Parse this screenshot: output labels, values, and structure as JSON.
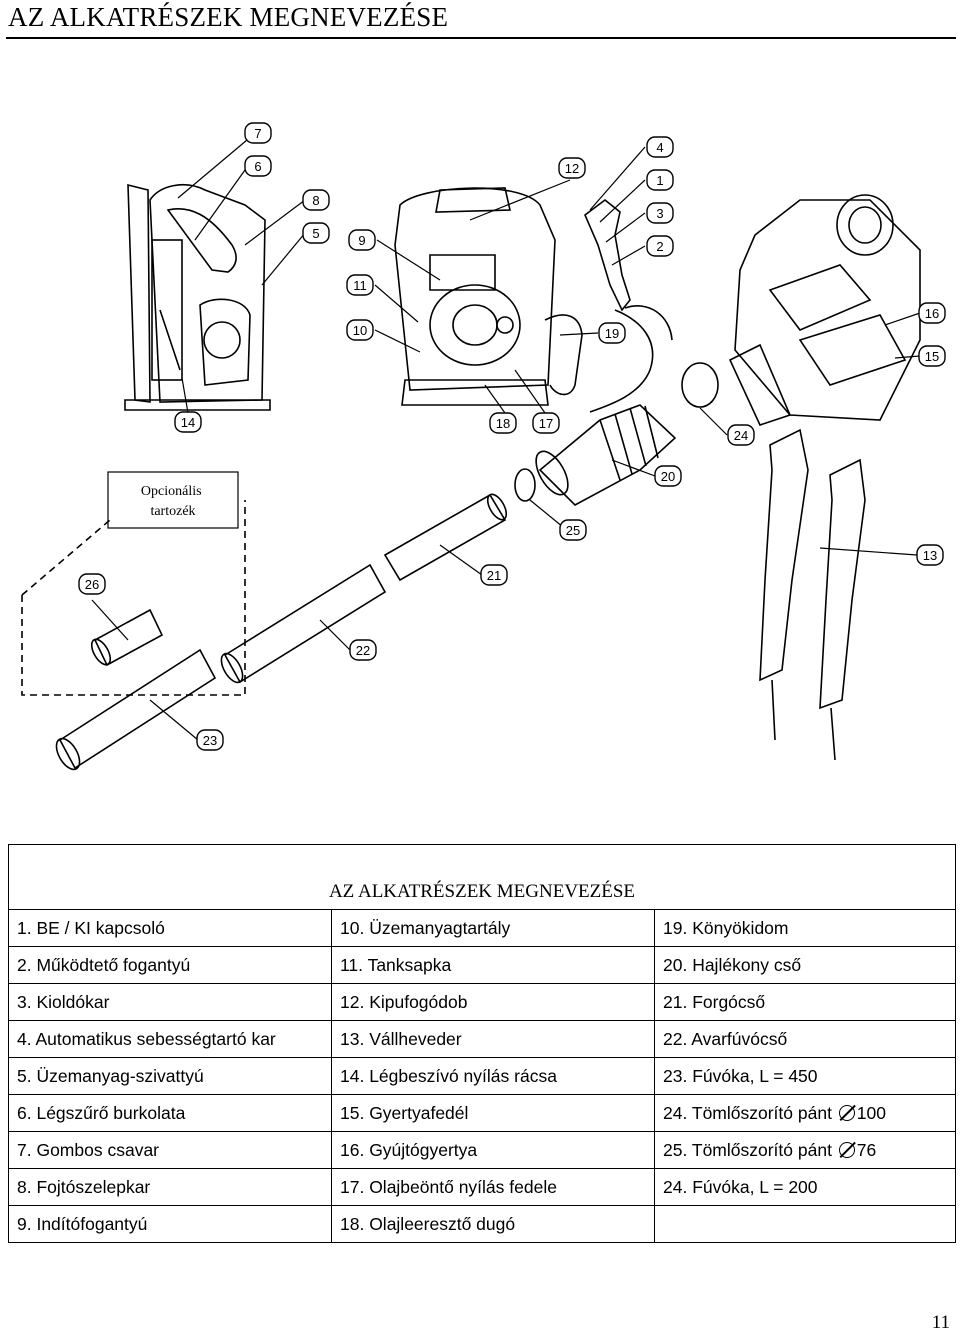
{
  "page": {
    "title": "AZ ALKATRÉSZEK MEGNEVEZÉSE",
    "page_number": "11"
  },
  "diagram": {
    "optional_label": "Opcionális\ntartozék",
    "callouts": [
      "7",
      "6",
      "8",
      "5",
      "9",
      "11",
      "10",
      "12",
      "4",
      "1",
      "3",
      "2",
      "19",
      "16",
      "15",
      "14",
      "18",
      "17",
      "24",
      "20",
      "25",
      "21",
      "13",
      "26",
      "22",
      "23"
    ]
  },
  "table": {
    "header": "AZ ALKATRÉSZEK MEGNEVEZÉSE",
    "rows": [
      [
        "1.  BE / KI kapcsoló",
        "10.  Üzemanyagtartály",
        "19.  Könyökidom"
      ],
      [
        "2.  Működtető fogantyú",
        "11.  Tanksapka",
        "20.  Hajlékony cső"
      ],
      [
        "3.  Kioldókar",
        "12.  Kipufogódob",
        "21.  Forgócső"
      ],
      [
        "4.  Automatikus sebességtartó kar",
        "13.  Vállheveder",
        "22.  Avarfúvócső"
      ],
      [
        "5.  Üzemanyag-szivattyú",
        "14.  Légbeszívó nyílás rácsa",
        "23.  Fúvóka, L = 450"
      ],
      [
        "6.  Légszűrő burkolata",
        "15.  Gyertyafedél",
        "24.  Tömlőszorító pánt "
      ],
      [
        "7.  Gombos csavar",
        "16.  Gyújtógyertya",
        "25.  Tömlőszorító pánt "
      ],
      [
        "8.  Fojtószelepkar",
        "17.  Olajbeöntő nyílás fedele",
        "24.  Fúvóka, L = 200"
      ],
      [
        "9.  Indítófogantyú",
        "18.  Olajleeresztő dugó",
        ""
      ]
    ],
    "diam_values": {
      "r5": "100",
      "r6": "76"
    }
  }
}
